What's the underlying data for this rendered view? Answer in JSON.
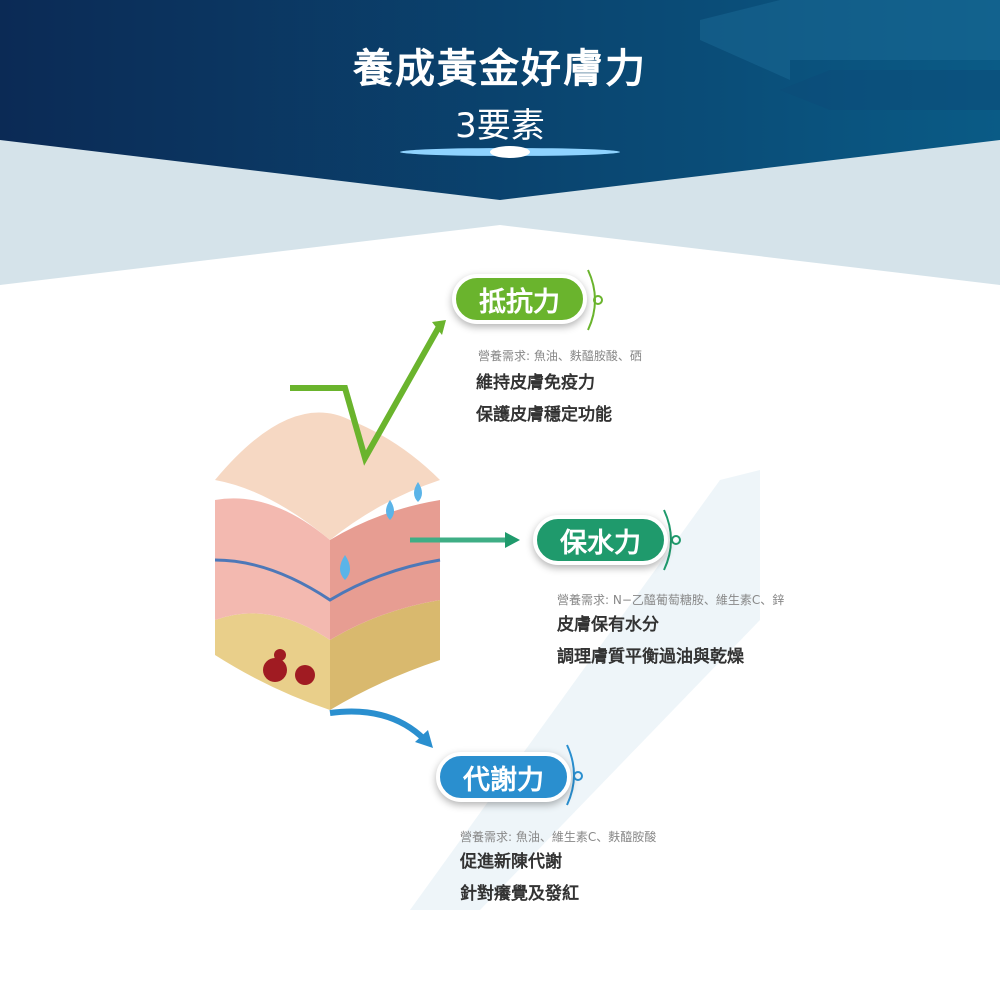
{
  "header": {
    "title": "養成黃金好膚力",
    "subtitle": "3要素"
  },
  "items": [
    {
      "label": "抵抗力",
      "color": "#6ab42d",
      "needs": "營養需求: 魚油、麩醯胺酸、硒",
      "lines": [
        "維持皮膚免疫力",
        "保護皮膚穩定功能"
      ]
    },
    {
      "label": "保水力",
      "color": "#1f9a6c",
      "needs": "營養需求: N−乙醯葡萄糖胺、維生素C、鋅",
      "lines": [
        "皮膚保有水分",
        "調理膚質平衡過油與乾燥"
      ]
    },
    {
      "label": "代謝力",
      "color": "#2a8fcf",
      "needs": "營養需求: 魚油、維生素C、麩醯胺酸",
      "lines": [
        "促進新陳代謝",
        "針對癢覺及發紅"
      ]
    }
  ]
}
